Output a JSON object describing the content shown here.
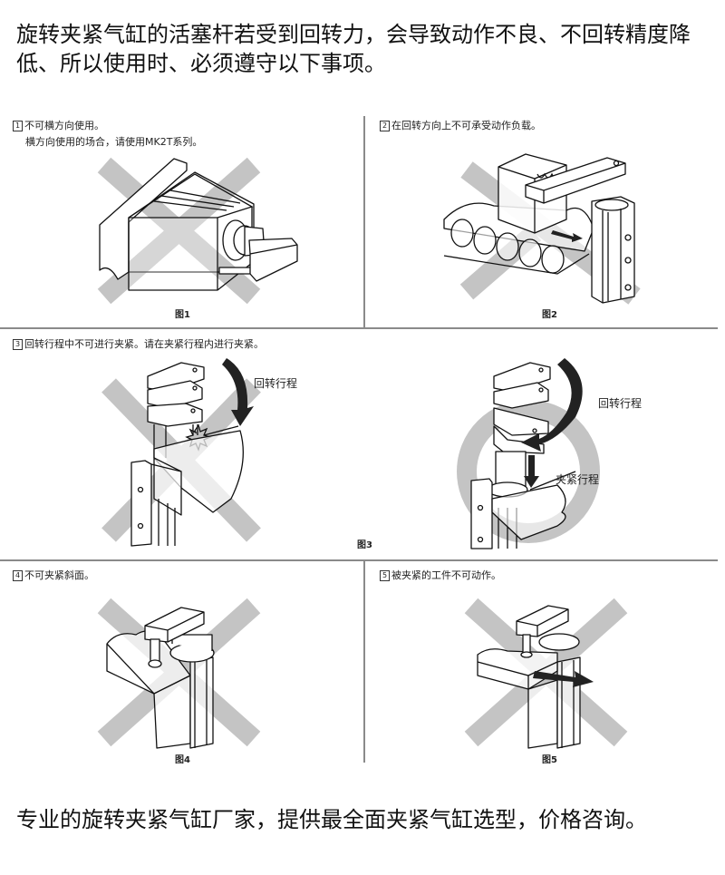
{
  "heading": "旋转夹紧气缸的活塞杆若受到回转力，会导致动作不良、不回转精度降低、所以使用时、必须遵守以下事项。",
  "colors": {
    "divider": "#8a8a8a",
    "cross_mark": "#c4c4c4",
    "circle_mark": "#c4c4c4",
    "text": "#111111"
  },
  "sections": [
    {
      "number": "1",
      "title": "不可横方向使用。",
      "note": "横方向使用的场合，请使用MK2T系列。",
      "figure": "图1",
      "mark": "cross"
    },
    {
      "number": "2",
      "title": "在回转方向上不可承受动作负载。",
      "figure": "图2",
      "mark": "cross"
    },
    {
      "number": "3",
      "title": "回转行程中不可进行夹紧。请在夹紧行程内进行夹紧。",
      "figure": "图3",
      "left_label": "回转行程",
      "right_label_rotation": "回转行程",
      "right_label_clamp": "夹紧行程",
      "left_mark": "cross",
      "right_mark": "circle"
    },
    {
      "number": "4",
      "title": "不可夹紧斜面。",
      "figure": "图4",
      "mark": "cross"
    },
    {
      "number": "5",
      "title": "被夹紧的工件不可动作。",
      "figure": "图5",
      "mark": "cross"
    }
  ],
  "footer": "专业的旋转夹紧气缸厂家，提供最全面夹紧气缸选型，价格咨询。"
}
